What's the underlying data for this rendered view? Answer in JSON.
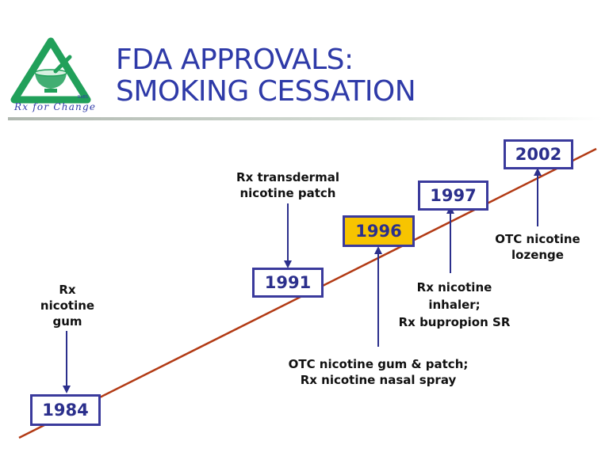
{
  "logo": {
    "text": "Rx for Change",
    "mark": "RxBS",
    "icon": "mortar-pestle-triangle-icon"
  },
  "title": {
    "line1": "FDA APPROVALS:",
    "line2": "SMOKING CESSATION"
  },
  "colors": {
    "title": "#2e3aa8",
    "box_border": "#3a3a9c",
    "year_text": "#2b2f8c",
    "highlight": "#f7c400",
    "timeline": "#b23a14",
    "logo_green": "#21a05a"
  },
  "events": [
    {
      "year": "1984",
      "highlight": false,
      "label": [
        "Rx",
        "nicotine",
        "gum"
      ]
    },
    {
      "year": "1991",
      "highlight": false,
      "label": [
        "Rx transdermal",
        "nicotine patch"
      ]
    },
    {
      "year": "1996",
      "highlight": true,
      "label": [
        "OTC nicotine gum & patch;",
        "Rx nicotine nasal spray"
      ]
    },
    {
      "year": "1997",
      "highlight": false,
      "label": [
        "Rx nicotine",
        "inhaler;",
        "Rx bupropion SR"
      ]
    },
    {
      "year": "2002",
      "highlight": false,
      "label": [
        "OTC nicotine",
        "lozenge"
      ]
    }
  ]
}
